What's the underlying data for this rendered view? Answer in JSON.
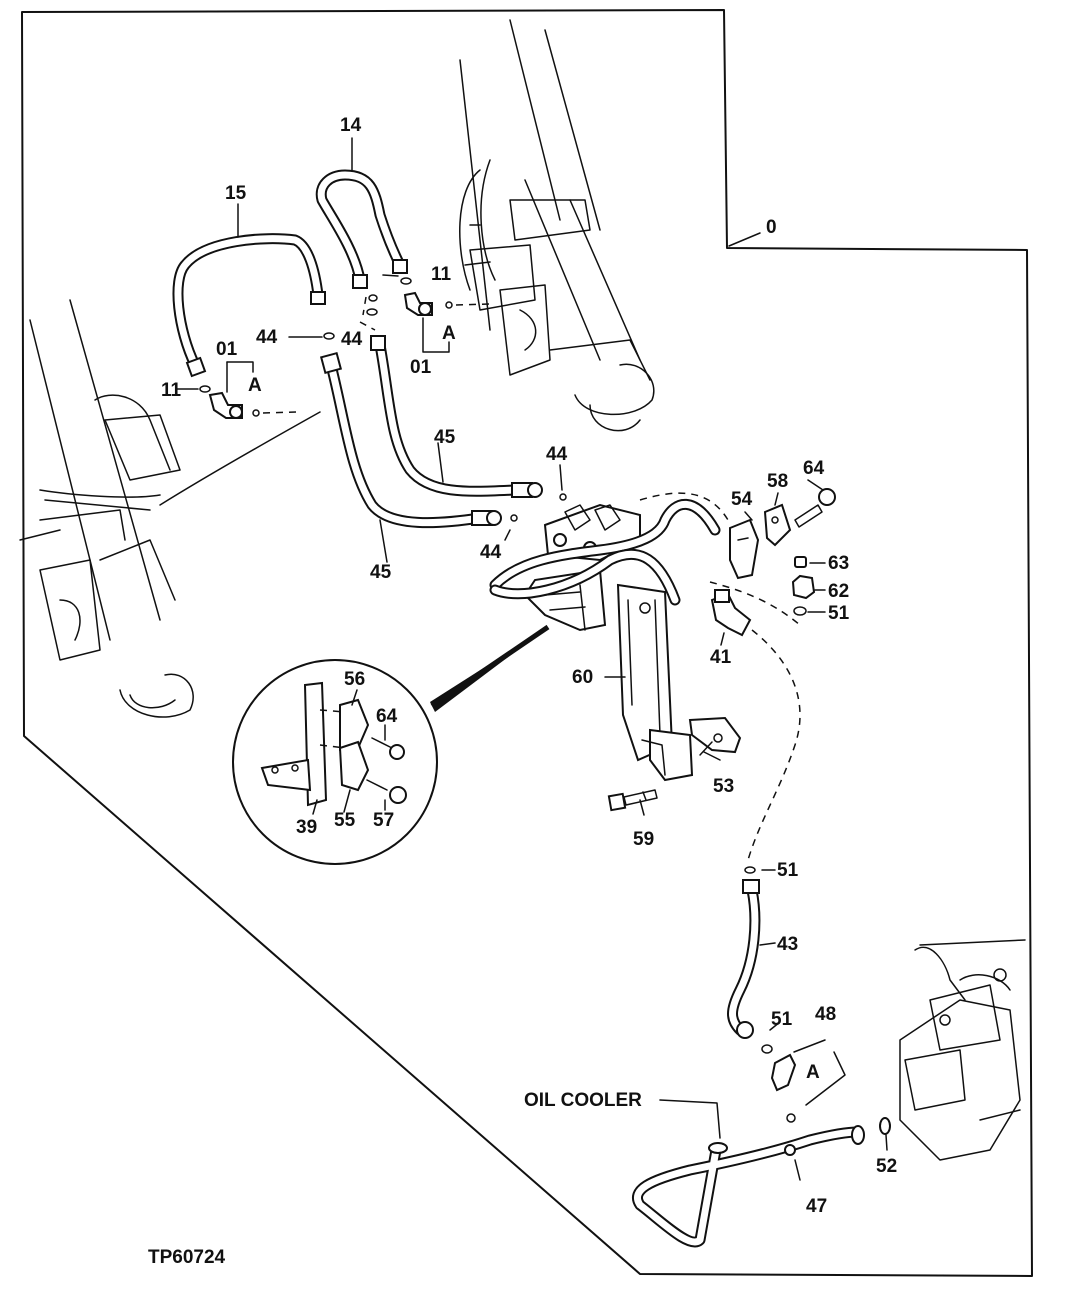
{
  "diagram": {
    "figure_id": "TP60724",
    "callouts": {
      "c0": "0",
      "c14": "14",
      "c15": "15",
      "c11a": "11",
      "c11b": "11",
      "c01a": "01",
      "c01b": "01",
      "cAa": "A",
      "cAb": "A",
      "cAc": "A",
      "c44a": "44",
      "c44b": "44",
      "c44c": "44",
      "c44d": "44",
      "c45a": "45",
      "c45b": "45",
      "c54": "54",
      "c58": "58",
      "c64a": "64",
      "c63": "63",
      "c62": "62",
      "c51a": "51",
      "c41": "41",
      "c60": "60",
      "c53": "53",
      "c59": "59",
      "c56": "56",
      "c64b": "64",
      "c39": "39",
      "c55": "55",
      "c57": "57",
      "c51b": "51",
      "c43": "43",
      "c51c": "51",
      "c48": "48",
      "c52": "52",
      "c47": "47"
    },
    "oil_cooler_label": "OIL COOLER"
  }
}
